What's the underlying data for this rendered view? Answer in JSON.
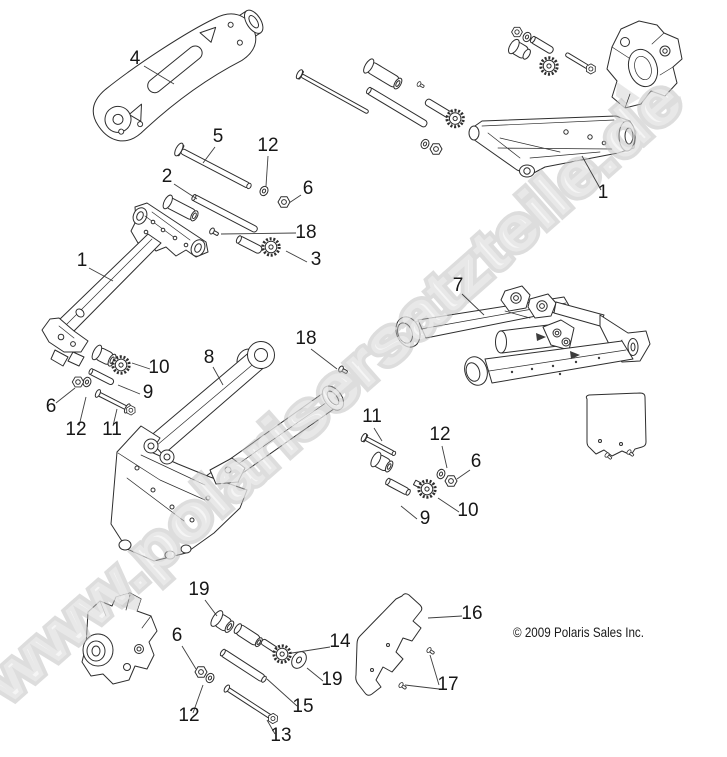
{
  "watermark": "www.polarisersatzteile.de",
  "copyright": "© 2009 Polaris Sales Inc.",
  "callouts": [
    {
      "label": "4"
    },
    {
      "label": "5"
    },
    {
      "label": "12"
    },
    {
      "label": "2"
    },
    {
      "label": "6"
    },
    {
      "label": "18"
    },
    {
      "label": "3"
    },
    {
      "label": "1"
    },
    {
      "label": "1"
    },
    {
      "label": "7"
    },
    {
      "label": "8"
    },
    {
      "label": "18"
    },
    {
      "label": "10"
    },
    {
      "label": "9"
    },
    {
      "label": "6"
    },
    {
      "label": "12"
    },
    {
      "label": "11"
    },
    {
      "label": "11"
    },
    {
      "label": "12"
    },
    {
      "label": "6"
    },
    {
      "label": "10"
    },
    {
      "label": "9"
    },
    {
      "label": "19"
    },
    {
      "label": "6"
    },
    {
      "label": "14"
    },
    {
      "label": "19"
    },
    {
      "label": "12"
    },
    {
      "label": "15"
    },
    {
      "label": "13"
    },
    {
      "label": "16"
    },
    {
      "label": "17"
    }
  ]
}
